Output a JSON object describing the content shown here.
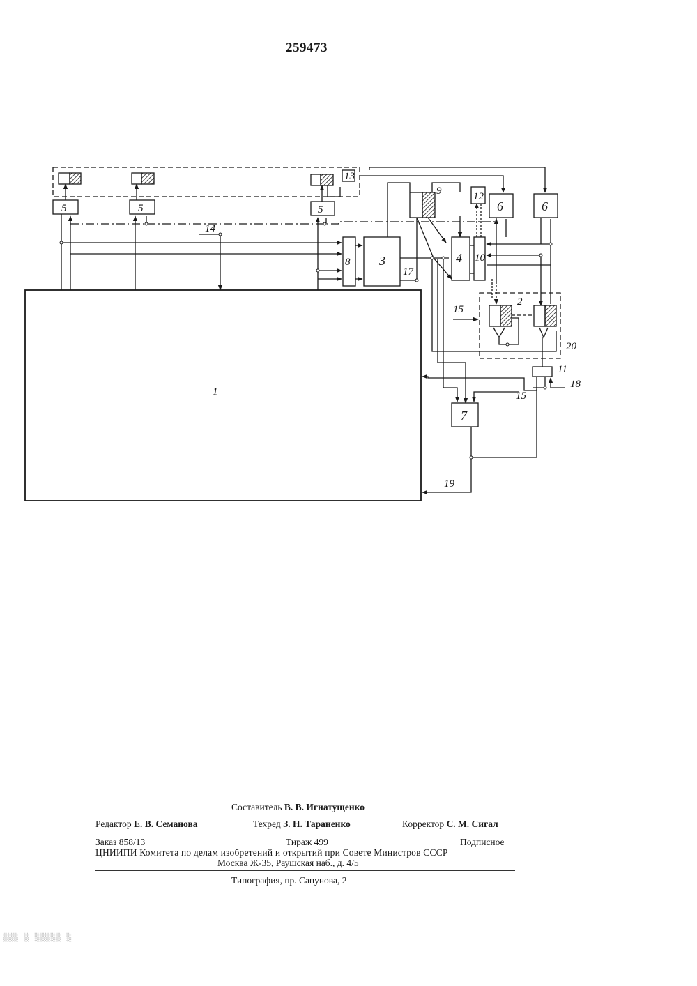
{
  "patent_number": "259473",
  "diagram": {
    "labels": {
      "block1": "1",
      "block2": "2",
      "block3": "3",
      "block4": "4",
      "block5a": "5",
      "block5b": "5",
      "block5c": "5",
      "block6a": "6",
      "block6b": "6",
      "block7": "7",
      "block8": "8",
      "block9": "9",
      "block10": "10",
      "block11": "11",
      "block12": "12",
      "block13": "13",
      "line14": "14",
      "line15a": "15",
      "line15b": "15",
      "line17": "17",
      "line18": "18",
      "line19": "19",
      "group20": "20"
    }
  },
  "footer": {
    "compiler_label": "Составитель",
    "compiler_name": "В. В. Игнатущенко",
    "editor_label": "Редактор",
    "editor_name": "Е. В. Семанова",
    "techred_label": "Техред",
    "techred_name": "З. Н. Тараненко",
    "corrector_label": "Корректор",
    "corrector_name": "С. М. Сигал",
    "order": "Заказ 858/13",
    "circulation": "Тираж 499",
    "subscription": "Подписное",
    "institution": "ЦНИИПИ Комитета по делам изобретений и открытий при Совете Министров СССР",
    "address": "Москва Ж-35, Раушская наб., д. 4/5",
    "printing": "Типография, пр. Сапунова, 2"
  }
}
